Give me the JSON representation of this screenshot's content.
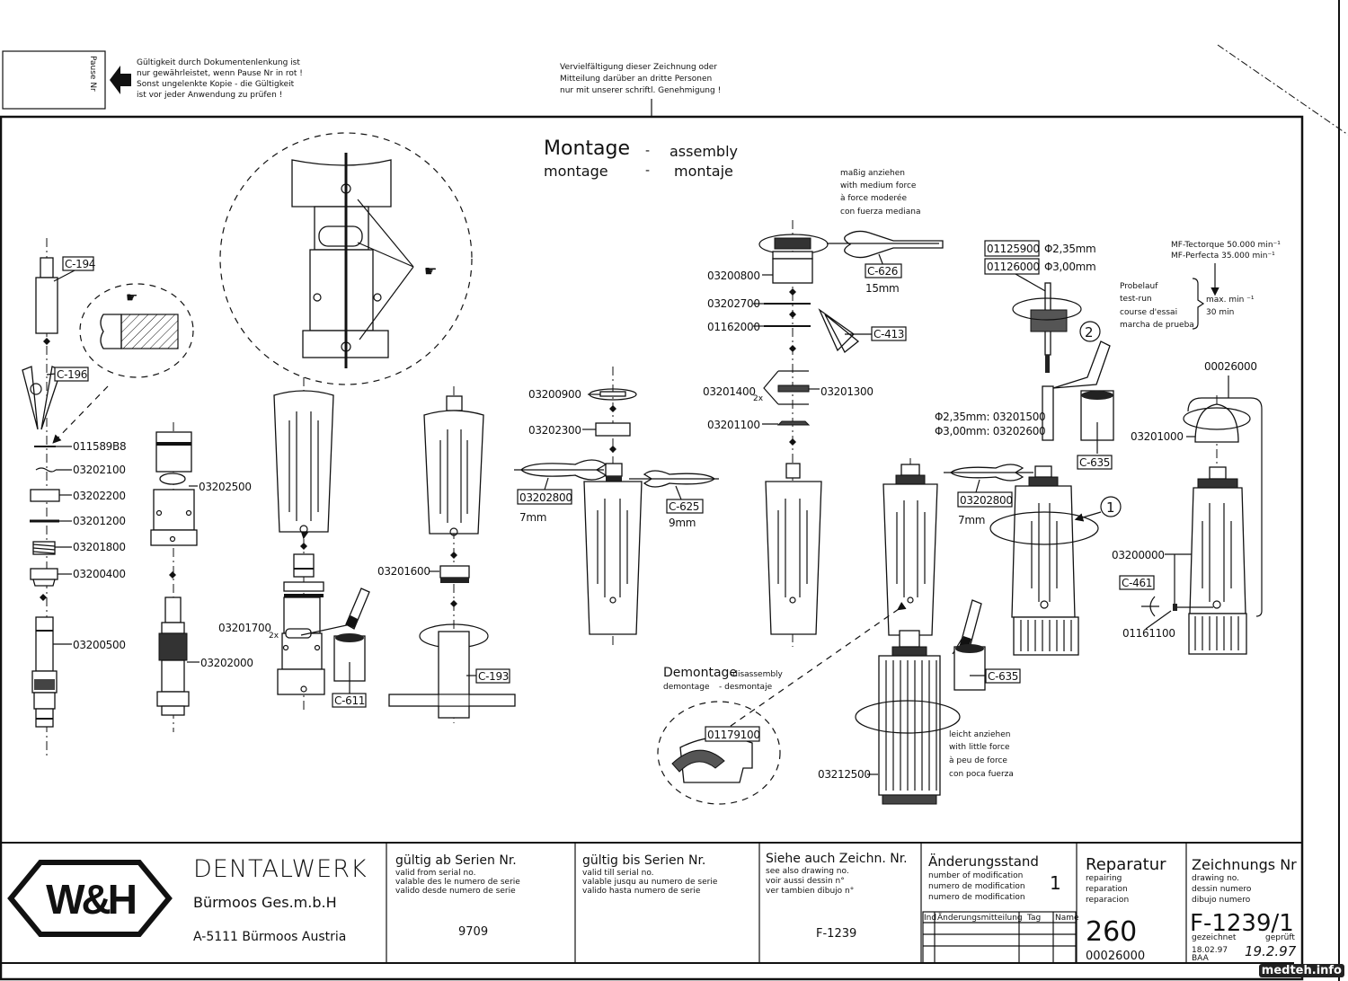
{
  "header": {
    "pause_box_label": "Pause Nr",
    "validity_note": [
      "Gültigkeit durch Dokumentenlenkung ist",
      "nur gewährleistet, wenn Pause Nr in rot !",
      "Sonst ungelenkte Kopie - die Gültigkeit",
      "ist vor jeder Anwendung zu prüfen !"
    ],
    "copyright_note": [
      "Vervielfältigung dieser Zeichnung oder",
      "Mitteilung darüber an dritte Personen",
      "nur mit unserer schriftl. Genehmigung !"
    ]
  },
  "title": {
    "de": "Montage",
    "en": "assembly",
    "fr": "montage",
    "es": "montaje",
    "dash": "-"
  },
  "notes": {
    "medium_force": [
      "maßig anziehen",
      "with medium force",
      "à force moderée",
      "con fuerza mediana"
    ],
    "little_force": [
      "leicht anziehen",
      "with little force",
      "à peu de force",
      "con poca fuerza"
    ],
    "test_run": [
      "Probelauf",
      "test-run",
      "course d'essai",
      "marcha de prueba"
    ],
    "speeds": [
      "MF-Tectorque  50.000 min⁻¹",
      "MF-Perfecta   35.000 min⁻¹"
    ],
    "max_label": "max.   min ⁻¹",
    "duration": "30 min",
    "disassembly_title": "Demontage",
    "disassembly_en": "-disassembly",
    "disassembly_fr": "demontage",
    "disassembly_es": "- desmontaje"
  },
  "parts": {
    "p011589B8": "011589B8",
    "p03202100": "03202100",
    "p03202200": "03202200",
    "p03201200": "03201200",
    "p03201800": "03201800",
    "p03200400": "03200400",
    "p03200500": "03200500",
    "p03202500": "03202500",
    "p03202000": "03202000",
    "p03201700": "03201700",
    "p03201700_qty": "2x",
    "p03201600": "03201600",
    "p03200900": "03200900",
    "p03202300": "03202300",
    "p03202800": "03202800",
    "p03200800": "03200800",
    "p03202700": "03202700",
    "p01162000": "01162000",
    "p03201400": "03201400",
    "p03201400_qty": "2x",
    "p03201300": "03201300",
    "p03201100": "03201100",
    "p01125900": "01125900",
    "p01126000": "01126000",
    "d235": "Φ2,35mm",
    "d300": "Φ3,00mm",
    "d235_part": "Φ2,35mm: 03201500",
    "d300_part": "Φ3,00mm: 03202600",
    "p03202800b": "03202800",
    "p00026000": "00026000",
    "p03201000": "03201000",
    "p03200000": "03200000",
    "p01161100": "01161100",
    "p01179100": "01179100",
    "p03212500": "03212500"
  },
  "tools": {
    "c194": "C-194",
    "c196": "C-196",
    "c611": "C-611",
    "c193": "C-193",
    "c625": "C-625",
    "c625_size": "9mm",
    "w7mm": "7mm",
    "w7mm_b": "7mm",
    "c626": "C-626",
    "c626_size": "15mm",
    "c413": "C-413",
    "c635": "C-635",
    "c635b": "C-635",
    "c461": "C-461",
    "step1": "1",
    "step2": "2"
  },
  "title_block": {
    "company": "DENTALWERK",
    "company_sub": "Bürmoos Ges.m.b.H",
    "address": "A-5111 Bürmoos Austria",
    "logo": "W&H",
    "valid_from_title": "gültig ab Serien Nr.",
    "valid_from_sub": [
      "valid from serial no.",
      "valable des le numero de serie",
      "valido desde numero de serie"
    ],
    "valid_from_value": "9709",
    "valid_till_title": "gültig bis Serien Nr.",
    "valid_till_sub": [
      "valid till serial no.",
      "valable jusqu au numero de serie",
      "valido hasta numero de serie"
    ],
    "valid_till_value": "",
    "see_also_title": "Siehe auch Zeichn. Nr.",
    "see_also_sub": [
      "see also drawing no.",
      "voir aussi dessin n°",
      "ver tambien dibujo n°"
    ],
    "see_also_value": "F-1239",
    "modification_title": "Änderungsstand",
    "modification_sub": [
      "number of modification",
      "numero de modification",
      "numero de modification"
    ],
    "modification_value": "1",
    "mod_table_headers": [
      "Ind",
      "Änderungsmitteilung",
      "Tag",
      "Name"
    ],
    "repair_title": "Reparatur",
    "repair_sub": [
      "repairing",
      "reparation",
      "reparacion"
    ],
    "repair_value": "260",
    "repair_part": "00026000",
    "drawing_title": "Zeichnungs Nr",
    "drawing_sub": [
      "drawing no.",
      "dessin numero",
      "dibujo numero"
    ],
    "drawing_value": "F-1239/1",
    "drawn_label": "gezeichnet",
    "checked_label": "geprüft",
    "drawn_date": "18.02.97",
    "drawn_by": "BAA",
    "checked_date": "19.2.97"
  },
  "watermark": "medteh.info"
}
